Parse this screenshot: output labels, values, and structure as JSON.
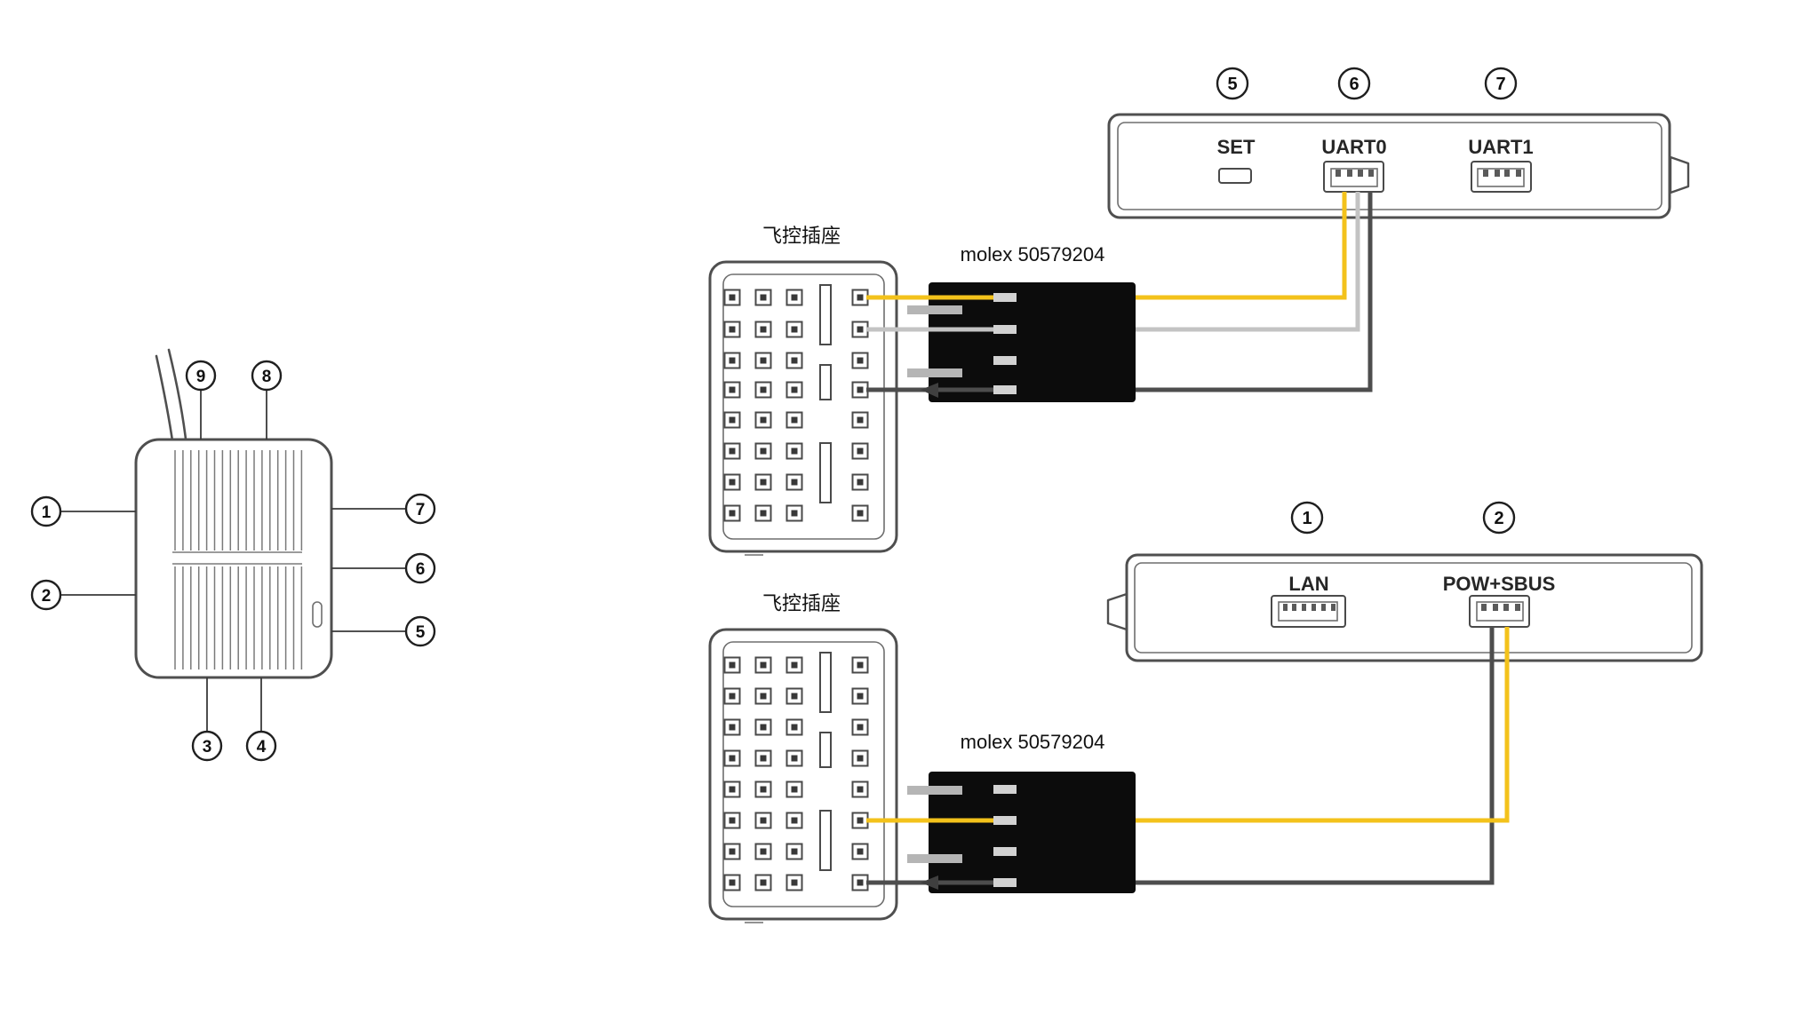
{
  "colors": {
    "outline": "#4f4f4f",
    "block": "#0c0c0c",
    "wire_yellow": "#f3c21b",
    "wire_gray": "#c3c3c3",
    "wire_dark": "#4d4d4d"
  },
  "left_device": {
    "callouts": {
      "c1": "1",
      "c2": "2",
      "c3": "3",
      "c4": "4",
      "c5": "5",
      "c6": "6",
      "c7": "7",
      "c8": "8",
      "c9": "9"
    }
  },
  "top_assembly": {
    "socket_label": "飞控插座",
    "molex_label": "molex 50579204",
    "device": {
      "ports": {
        "set": "SET",
        "uart0": "UART0",
        "uart1": "UART1"
      },
      "callouts": {
        "set": "5",
        "uart0": "6",
        "uart1": "7"
      }
    }
  },
  "bottom_assembly": {
    "socket_label": "飞控插座",
    "molex_label": "molex 50579204",
    "device": {
      "ports": {
        "lan": "LAN",
        "pow_sbus": "POW+SBUS"
      },
      "callouts": {
        "lan": "1",
        "pow_sbus": "2"
      }
    }
  }
}
